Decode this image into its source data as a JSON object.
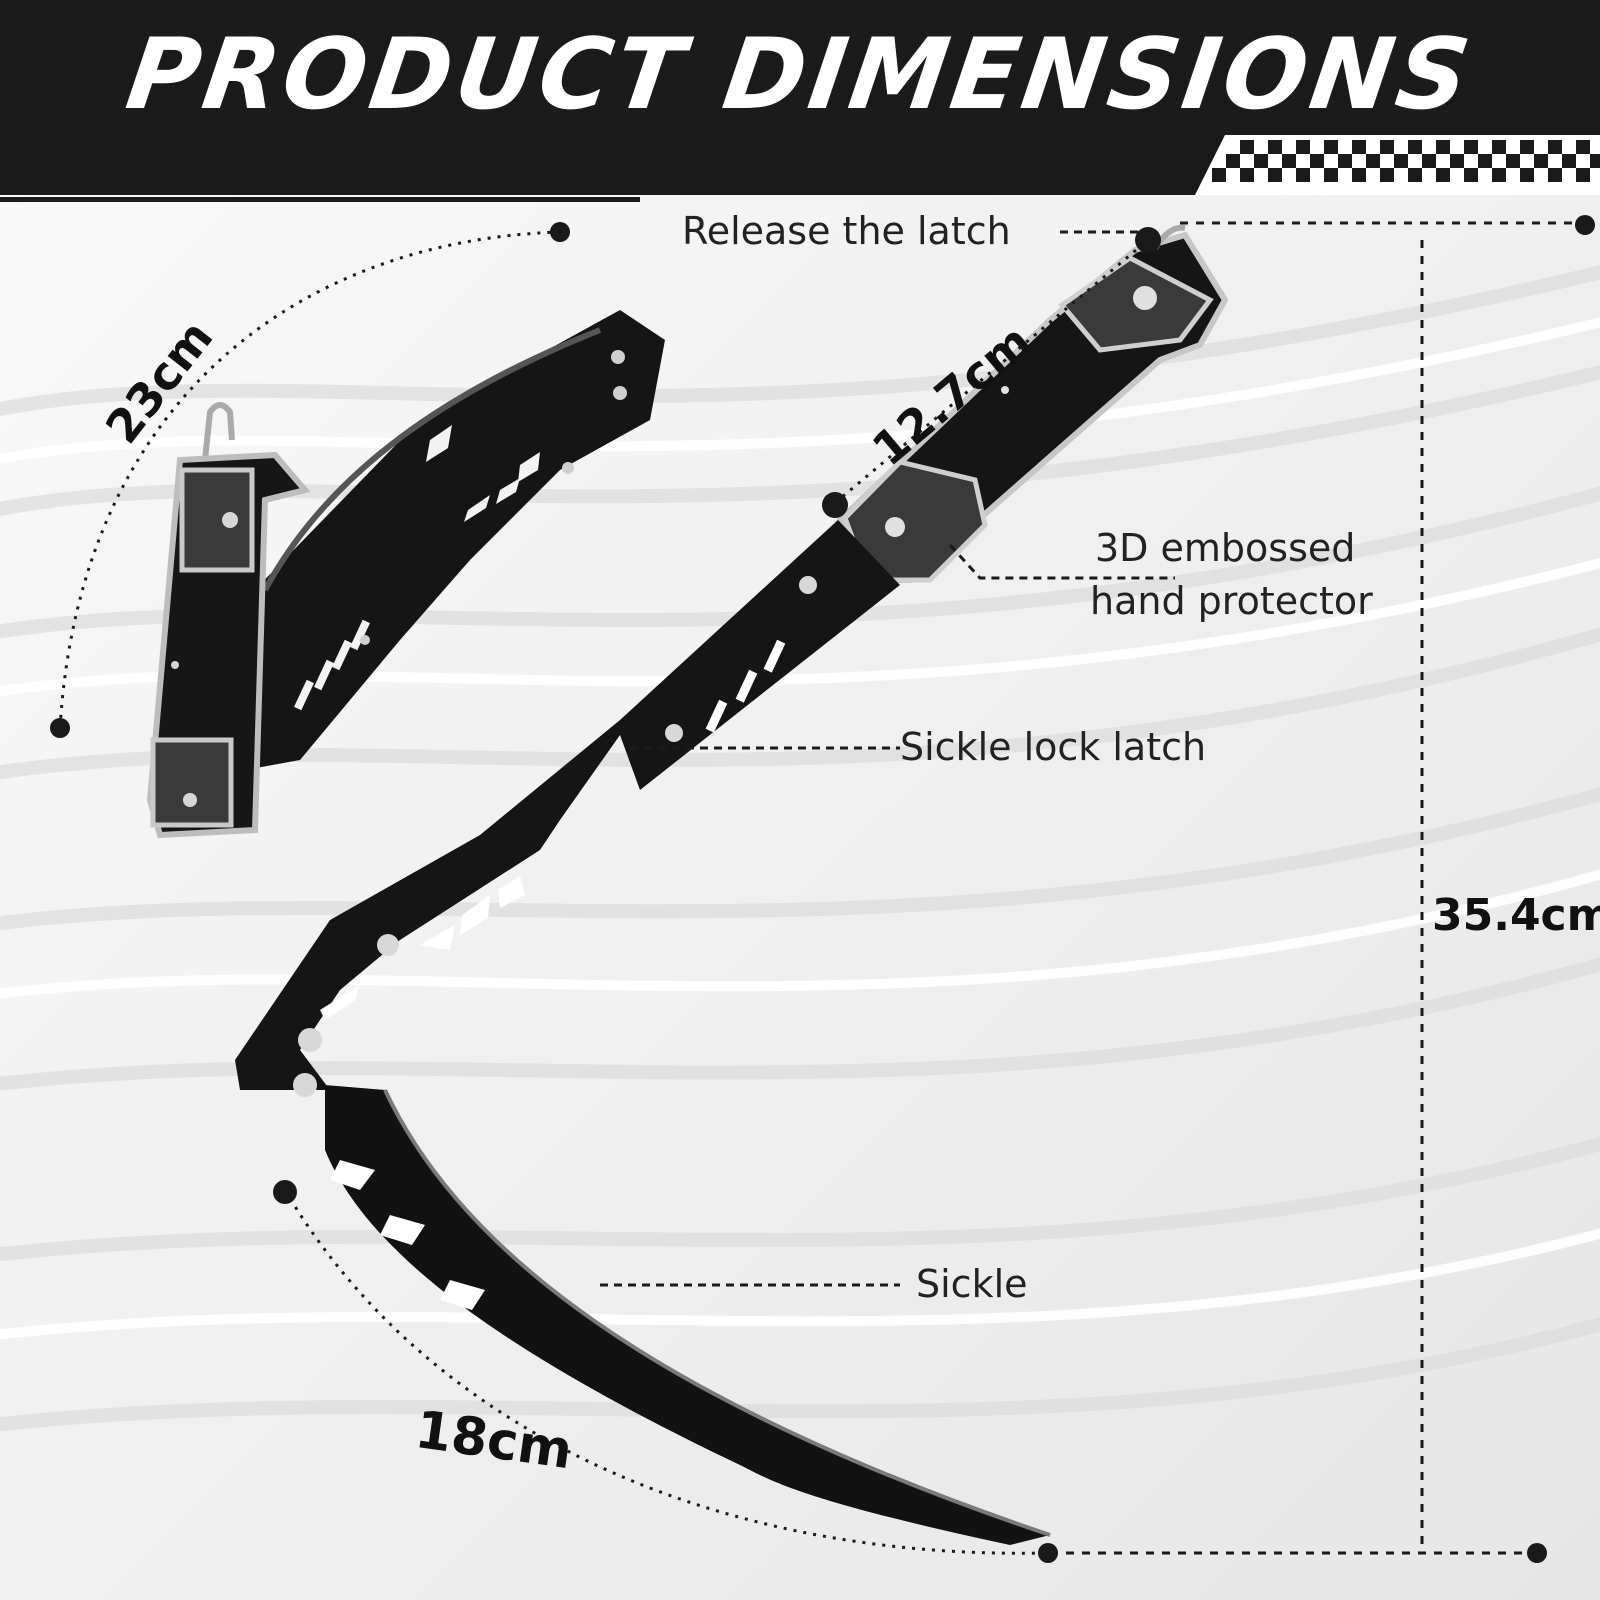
{
  "banner": {
    "title": "PRODUCT DIMENSIONS",
    "bg_color": "#1b1b1b",
    "title_color": "#ffffff"
  },
  "callouts": {
    "release_latch": "Release the latch",
    "hand_protector_line1": "3D embossed",
    "hand_protector_line2": "hand protector",
    "lock_latch": "Sickle lock latch",
    "sickle": "Sickle"
  },
  "dimensions": {
    "folded_length": "23cm",
    "handle_length": "12.7cm",
    "total_height": "35.4cm",
    "blade_length": "18cm"
  },
  "colors": {
    "blade": "#151515",
    "metal": "#b9b9b9",
    "annotation": "#1a1a1a"
  }
}
